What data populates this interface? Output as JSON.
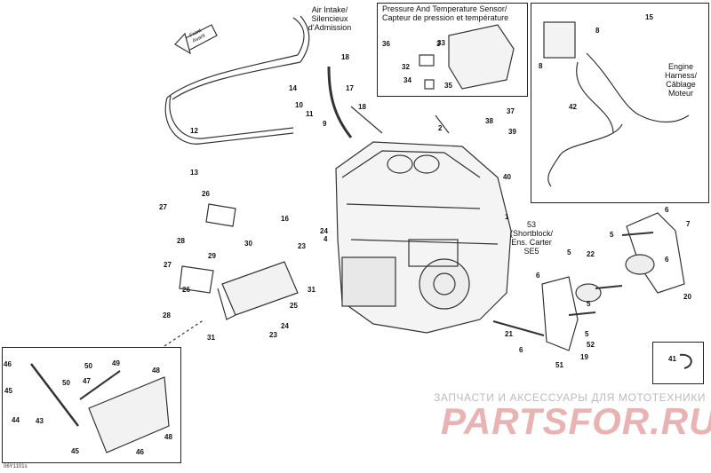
{
  "labels": {
    "air_intake": [
      "Air Intake/",
      "Silencieux",
      "d’Admission"
    ],
    "pressure_sensor": [
      "Pressure And Temperature Sensor/",
      "Capteur de pression et température"
    ],
    "engine_harness": [
      "Engine",
      "Harness/",
      "Câblage",
      "Moteur"
    ],
    "shortblock": [
      "53",
      "(Shortblock/",
      "Ens. Carter",
      "SE5"
    ],
    "front_arrow": [
      "Front",
      "Avant"
    ]
  },
  "callouts": [
    "1",
    "2",
    "3",
    "4",
    "5",
    "5",
    "5",
    "5",
    "6",
    "6",
    "6",
    "6",
    "7",
    "8",
    "8",
    "9",
    "10",
    "11",
    "12",
    "13",
    "14",
    "15",
    "16",
    "17",
    "18",
    "18",
    "19",
    "20",
    "21",
    "22",
    "23",
    "23",
    "24",
    "24",
    "25",
    "26",
    "26",
    "27",
    "27",
    "28",
    "28",
    "29",
    "30",
    "31",
    "31",
    "32",
    "33",
    "34",
    "35",
    "36",
    "37",
    "38",
    "39",
    "40",
    "41",
    "42",
    "43",
    "44",
    "45",
    "45",
    "46",
    "46",
    "47",
    "48",
    "48",
    "49",
    "50",
    "50",
    "51",
    "52"
  ],
  "watermark": {
    "top": "ЗАПЧАСТИ И АКСЕССУАРЫ ДЛЯ МОТОТЕХНИКИ",
    "brand": "PARTSFOR.RU"
  },
  "drawing_code": "06Y1101s"
}
